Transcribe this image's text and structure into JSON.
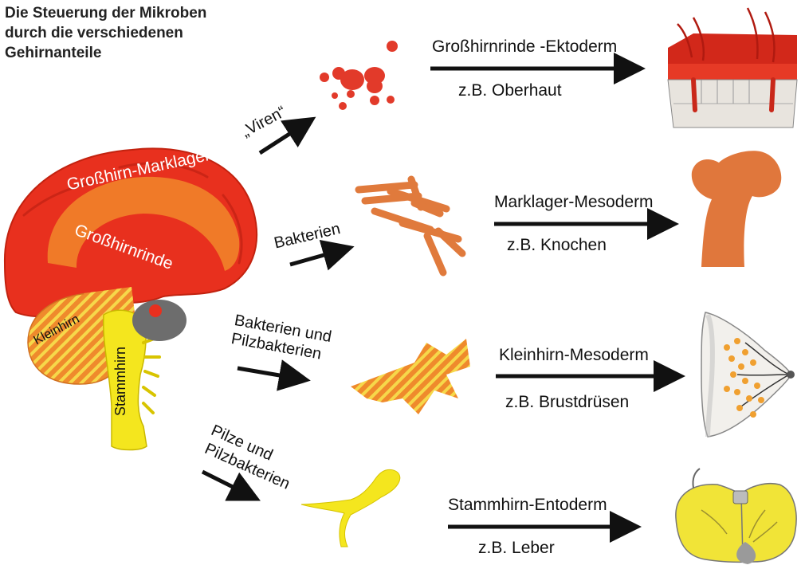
{
  "title": {
    "line1": "Die Steuerung der Mikroben",
    "line2": "durch die verschiedenen",
    "line3": "Gehirnanteile"
  },
  "brain": {
    "marklager_label": "Großhirn-Marklager",
    "rinde_label": "Großhirnrinde",
    "kleinhirn_label": "Kleinhirn",
    "stammhirn_label": "Stammhirn"
  },
  "microbes": {
    "viren": "„Viren“",
    "bakterien": "Bakterien",
    "bakterien_pilz_1": "Bakterien und",
    "bakterien_pilz_2": "Pilzbakterien",
    "pilze_1": "Pilze und",
    "pilze_2": "Pilzbakterien"
  },
  "rows": [
    {
      "label": "Großhirnrinde -Ektoderm",
      "example": "z.B. Oberhaut",
      "organ_icon": "skin-icon"
    },
    {
      "label": "Marklager-Mesoderm",
      "example": "z.B. Knochen",
      "organ_icon": "bone-icon"
    },
    {
      "label": "Kleinhirn-Mesoderm",
      "example": "z.B. Brustdrüsen",
      "organ_icon": "breast-gland-icon"
    },
    {
      "label": "Stammhirn-Entoderm",
      "example": "z.B. Leber",
      "organ_icon": "liver-icon"
    }
  ],
  "colors": {
    "rinde_red": "#e8301e",
    "marklager_orange": "#f07a28",
    "bacteria_orange": "#e07a3c",
    "stammhirn_yellow": "#f4e61e",
    "virus_red": "#e23a2a"
  }
}
